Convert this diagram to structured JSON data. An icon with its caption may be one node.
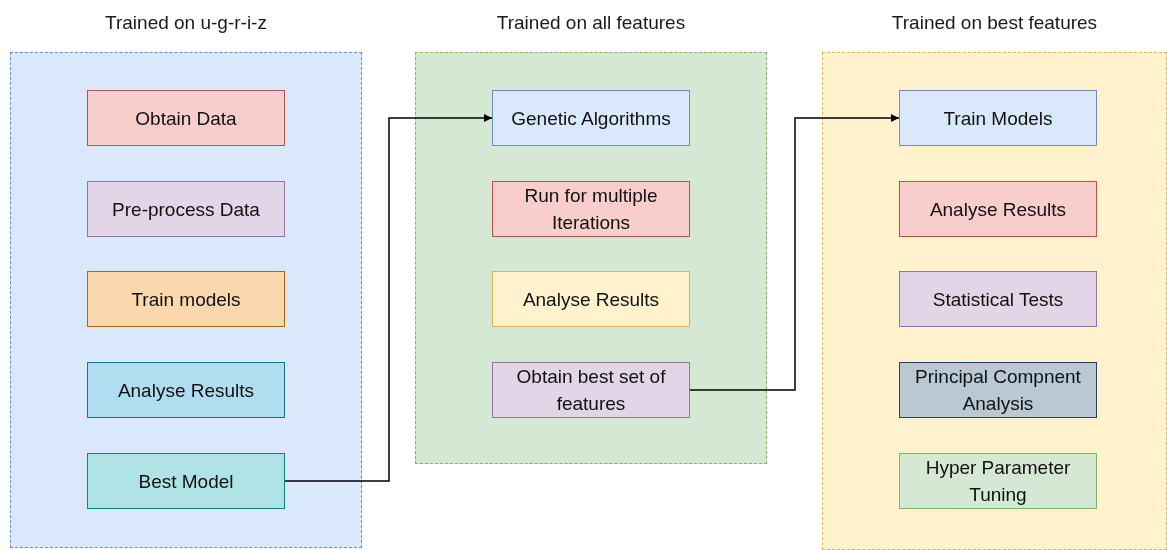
{
  "diagram": {
    "nodes": [
      {
        "text": [
          "Trained on u-g-r-i-z"
        ]
      },
      {
        "text": [
          "Obtain Data"
        ],
        "in": 0
      },
      {
        "text": [
          "Pre-process Data"
        ],
        "in": 0
      },
      {
        "text": [
          "Train models"
        ],
        "in": 0
      },
      {
        "text": [
          "Analyse Results"
        ],
        "in": 0
      },
      {
        "text": [
          "Best Model"
        ],
        "in": 0
      },
      {
        "text": [
          "Trained on all features"
        ]
      },
      {
        "text": [
          "Genetic Algorithms"
        ],
        "in": 6
      },
      {
        "text": [
          "Run for multiple Iterations"
        ],
        "in": 6
      },
      {
        "text": [
          "Analyse Results"
        ],
        "in": 6
      },
      {
        "text": [
          "Obtain best set of features"
        ],
        "in": 6
      },
      {
        "text": [
          "Trained on best features"
        ]
      },
      {
        "text": [
          "Train Models"
        ],
        "in": 11
      },
      {
        "text": [
          "Analyse Results"
        ],
        "in": 11
      },
      {
        "text": [
          "Statistical Tests"
        ],
        "in": 11
      },
      {
        "text": [
          "Principal Compnent Analysis"
        ],
        "in": 11
      },
      {
        "text": [
          "Hyper Parameter Tuning"
        ],
        "in": 11
      }
    ],
    "edges": [
      {
        "from": 5,
        "to": 7,
        "arrow": "to"
      },
      {
        "from": 10,
        "to": 12,
        "arrow": "to"
      }
    ]
  }
}
